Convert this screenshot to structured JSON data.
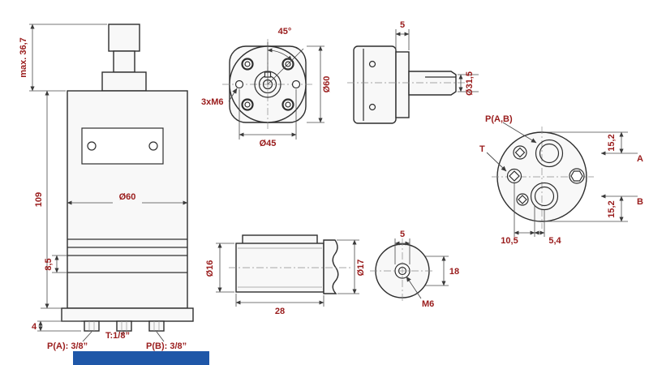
{
  "colors": {
    "dim_text": "#991b1b",
    "line": "#2e2e2e",
    "banner": "#1f57a8"
  },
  "front_view": {
    "shaft_height": "max. 36,7",
    "body_height": "109",
    "groove": "8,5",
    "stud": "4",
    "body_dia": "Ø60",
    "port_a": "P(A): 3/8”",
    "port_t": "T:1/8”",
    "port_b": "P(B): 3/8”"
  },
  "flange_view": {
    "angle": "45°",
    "bolts": "3xM6",
    "bolt_circle": "Ø45",
    "outer_dia": "Ø60"
  },
  "side_view": {
    "plate": "5",
    "shaft_dia": "Ø31,5"
  },
  "port_view": {
    "pab": "P(A,B)",
    "t": "T",
    "a": "A",
    "b": "B",
    "off_top": "15,2",
    "off_bottom": "15,2",
    "sp_left": "10,5",
    "sp_right": "5,4"
  },
  "fitting_view": {
    "dia_left": "Ø16",
    "length": "28",
    "dia_right": "Ø17"
  },
  "nut_view": {
    "hole": "5",
    "height": "18",
    "thread": "M6"
  }
}
